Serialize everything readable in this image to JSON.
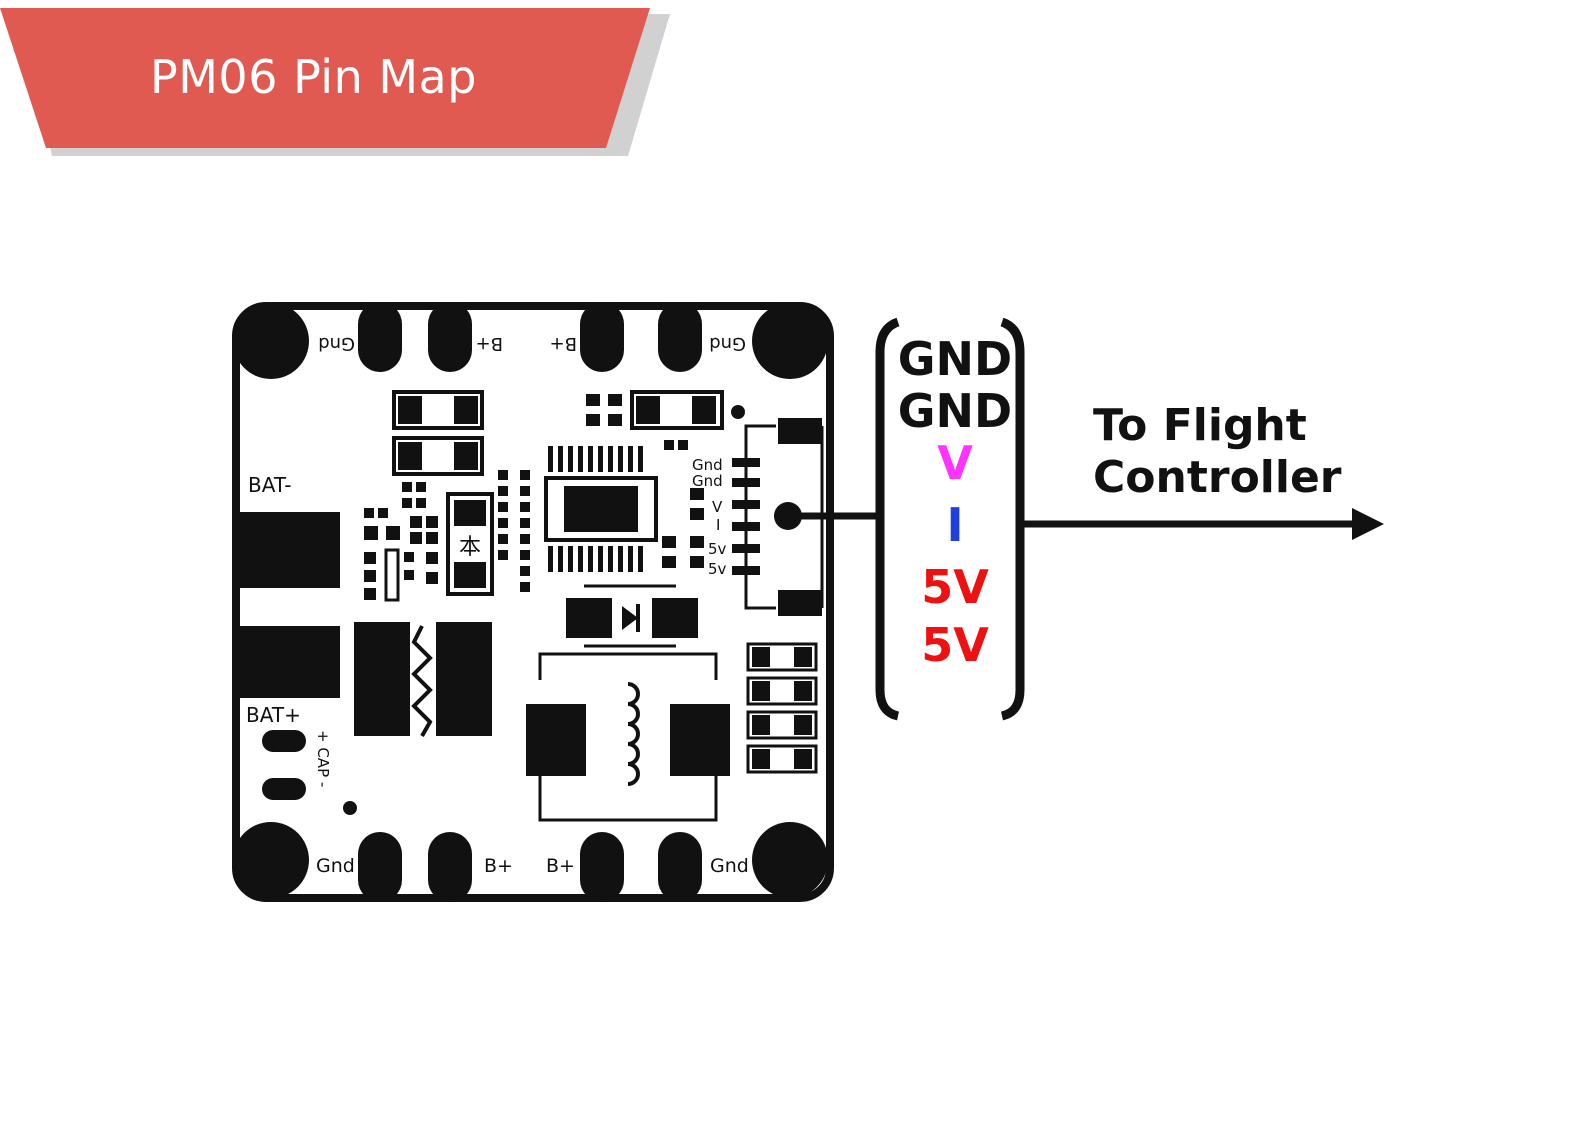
{
  "banner": {
    "title": "PM06 Pin Map",
    "color": "#e05a52"
  },
  "board": {
    "pad_labels_top": [
      "Gnd",
      "B+",
      "B+",
      "Gnd"
    ],
    "pad_labels_bottom": [
      "Gnd",
      "B+",
      "B+",
      "Gnd"
    ],
    "bat_minus": "BAT-",
    "bat_plus": "BAT+",
    "cap_label": "+ CAP -",
    "connector_labels": [
      "Gnd",
      "Gnd",
      "V",
      "I",
      "5v",
      "5v"
    ]
  },
  "pinout": {
    "pins": [
      {
        "label": "GND",
        "color": "#111111"
      },
      {
        "label": "GND",
        "color": "#111111"
      },
      {
        "label": "V",
        "color": "#ff33ff"
      },
      {
        "label": "I",
        "color": "#1f3fe0"
      },
      {
        "label": "5V",
        "color": "#ee1111"
      },
      {
        "label": "5V",
        "color": "#ee1111"
      }
    ]
  },
  "destination": {
    "line1": "To Flight",
    "line2": "Controller"
  }
}
